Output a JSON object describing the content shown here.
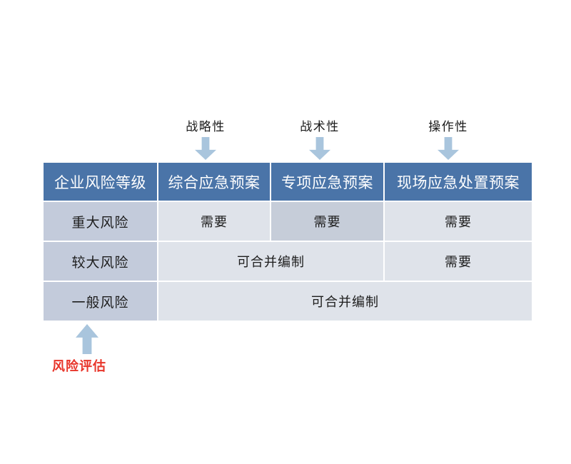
{
  "table": {
    "headers": [
      "企业风险等级",
      "综合应急预案",
      "专项应急预案",
      "现场应急处置预案"
    ],
    "rows": [
      {
        "level": "重大风险",
        "cells": [
          "需要",
          "需要",
          "需要"
        ]
      },
      {
        "level": "较大风险",
        "cells": [
          "可合并编制",
          "需要"
        ]
      },
      {
        "level": "一般风险",
        "cells": [
          "可合并编制"
        ]
      }
    ]
  },
  "annotations": {
    "top": [
      {
        "label": "战略性",
        "icon": "arrow-down-icon"
      },
      {
        "label": "战术性",
        "icon": "arrow-down-icon"
      },
      {
        "label": "操作性",
        "icon": "arrow-down-icon"
      }
    ],
    "bottom": {
      "label": "风险评估",
      "icon": "arrow-up-icon"
    }
  },
  "colors": {
    "header_blue": "#4a74a8",
    "row_header_blue": "#c3cbdb",
    "body_cell": "#dfe3ea",
    "body_cell_highlight": "#c6cdd9",
    "arrow_blue": "#a9c5dd",
    "annotation_red": "#e8352a",
    "background": "#ffffff"
  }
}
